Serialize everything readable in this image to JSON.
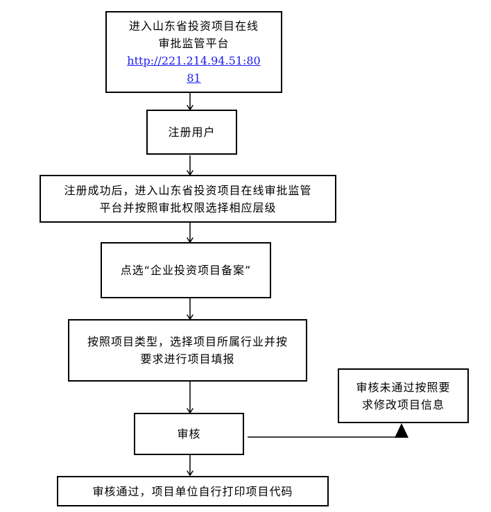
{
  "steps": {
    "enter": {
      "line1": "进入山东省投资项目在线",
      "line2": "审批监管平台",
      "url_part1": "http://221.214.94.51:80",
      "url_part2": "81"
    },
    "register": {
      "label": "注册用户"
    },
    "select_level": {
      "line1": "注册成功后，进入山东省投资项目在线审批监管",
      "line2": "平台并按照审批权限选择相应层级"
    },
    "click": {
      "label": "点选“企业投资项目备案”"
    },
    "fill": {
      "line1": "按照项目类型，选择项目所属行业并按",
      "line2": "要求进行项目填报"
    },
    "review": {
      "label": "审核"
    },
    "fail": {
      "line1": "审核未通过按照要",
      "line2": "求修改项目信息"
    },
    "pass": {
      "label": "审核通过，项目单位自行打印项目代码"
    }
  }
}
